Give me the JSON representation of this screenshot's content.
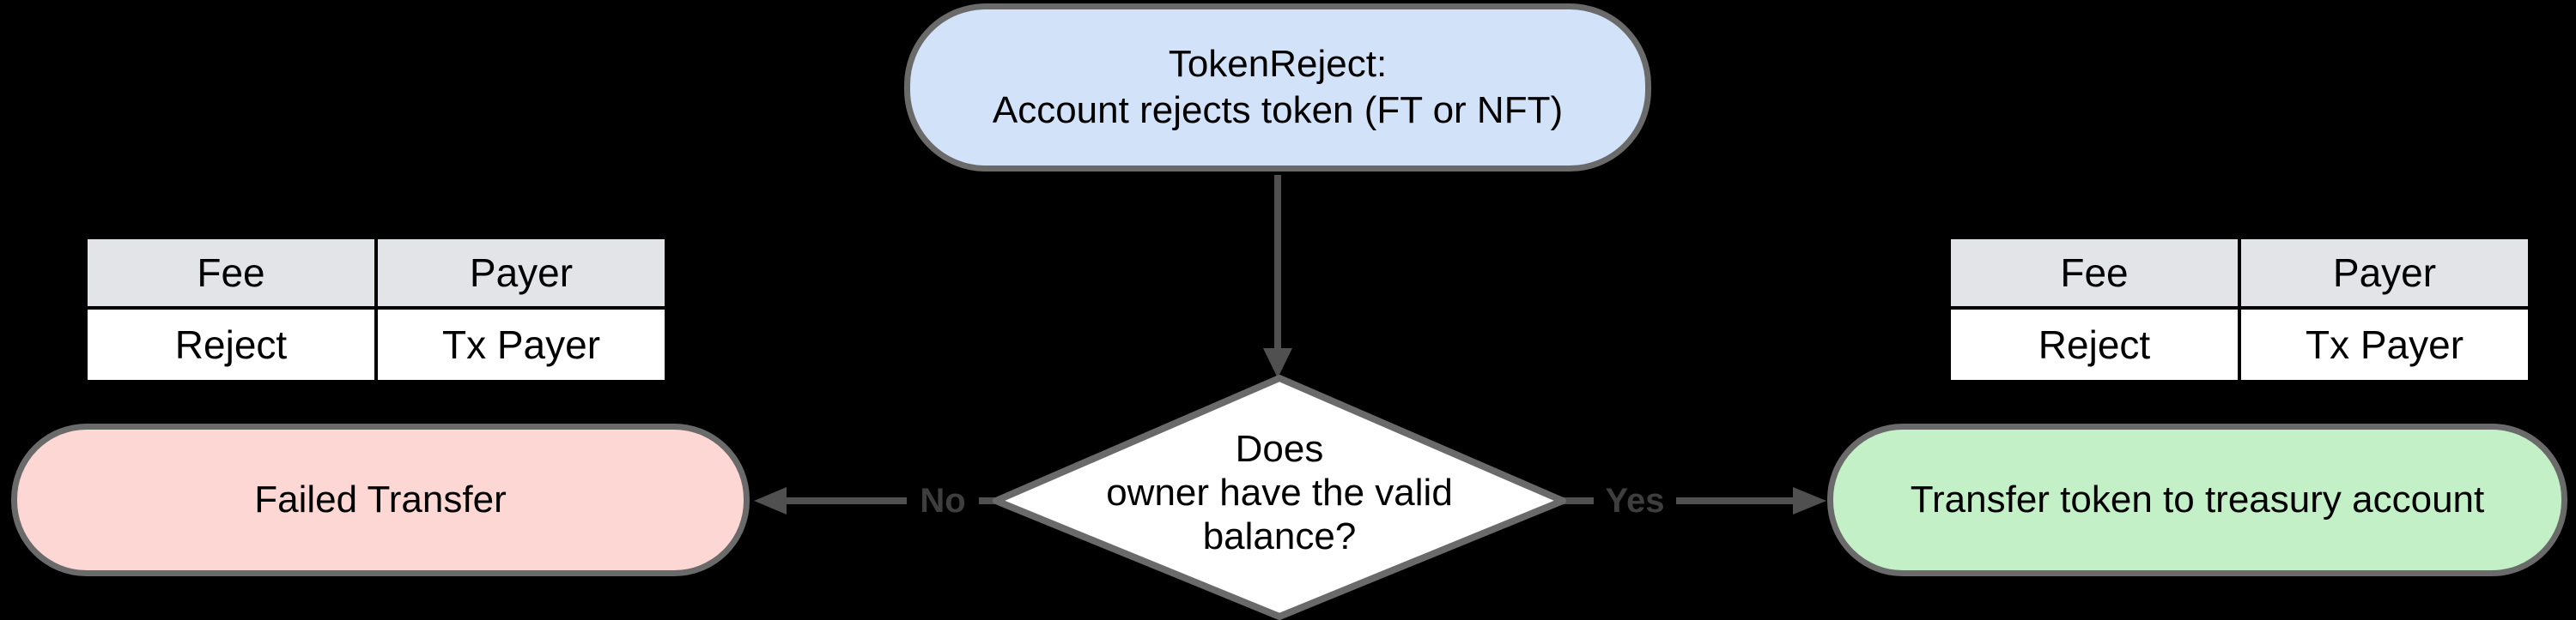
{
  "diagram": {
    "background": "#000000",
    "colors": {
      "node_border": "#6a6a6a",
      "arrow": "#505050",
      "table_border": "#000000",
      "start_fill": "#d2e2f9",
      "decision_fill": "#ffffff",
      "failed_fill": "#fdd7d3",
      "success_fill": "#c3f0c7",
      "table_header_fill": "#e2e4e8",
      "table_body_fill": "#ffffff"
    },
    "nodes": {
      "start": {
        "line1": "TokenReject:",
        "line2": "Account rejects token (FT or NFT)",
        "fill": "#d2e2f9"
      },
      "decision": {
        "line1": "Does",
        "line2": "owner have the valid",
        "line3": "balance?",
        "fill": "#ffffff"
      },
      "failed": {
        "label": "Failed Transfer",
        "fill": "#fdd7d3"
      },
      "success": {
        "label": "Transfer token to treasury account",
        "fill": "#c3f0c7"
      }
    },
    "edges": {
      "no_label": "No",
      "yes_label": "Yes"
    },
    "fee_tables": {
      "header_fill": "#e2e4e8",
      "left": {
        "headers": [
          "Fee",
          "Payer"
        ],
        "rows": [
          [
            "Reject",
            "Tx Payer"
          ]
        ]
      },
      "right": {
        "headers": [
          "Fee",
          "Payer"
        ],
        "rows": [
          [
            "Reject",
            "Tx Payer"
          ]
        ]
      }
    }
  }
}
